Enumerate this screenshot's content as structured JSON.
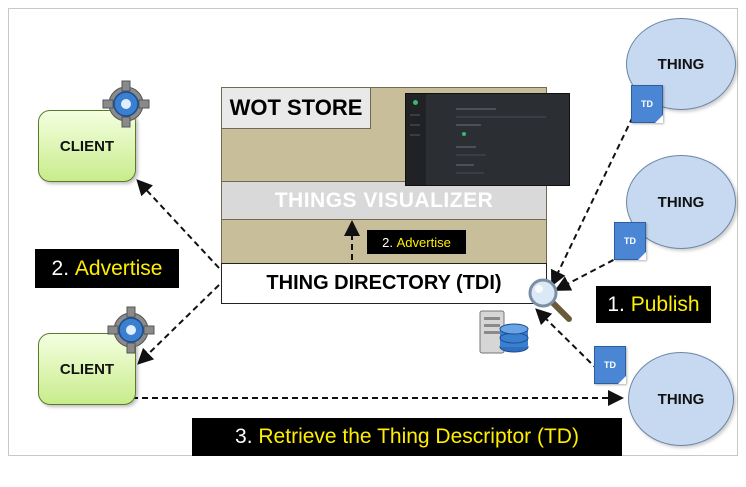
{
  "store": {
    "title": "WOT STORE",
    "visualizer": "THINGS VISUALIZER",
    "directory": "THING DIRECTORY (TDI)"
  },
  "clients": [
    {
      "label": "CLIENT"
    },
    {
      "label": "CLIENT"
    }
  ],
  "things": [
    {
      "label": "THING"
    },
    {
      "label": "THING"
    },
    {
      "label": "THING"
    }
  ],
  "td_label": "TD",
  "labels": {
    "advertise_left": {
      "num": "2.",
      "text": "Advertise"
    },
    "advertise_inner": {
      "num": "2.",
      "text": "Advertise"
    },
    "publish": {
      "num": "1.",
      "text": "Publish"
    },
    "retrieve": {
      "num": "3.",
      "text": "Retrieve the Thing Descriptor (TD)"
    }
  },
  "icons": [
    "gear-icon",
    "magnifier-icon",
    "database-server-icon"
  ],
  "colors": {
    "client": "#c8ec8c",
    "thing": "#c6d9f0",
    "td": "#4a86d4",
    "label_highlight": "#ffee00",
    "store": "#c8bf9a"
  }
}
